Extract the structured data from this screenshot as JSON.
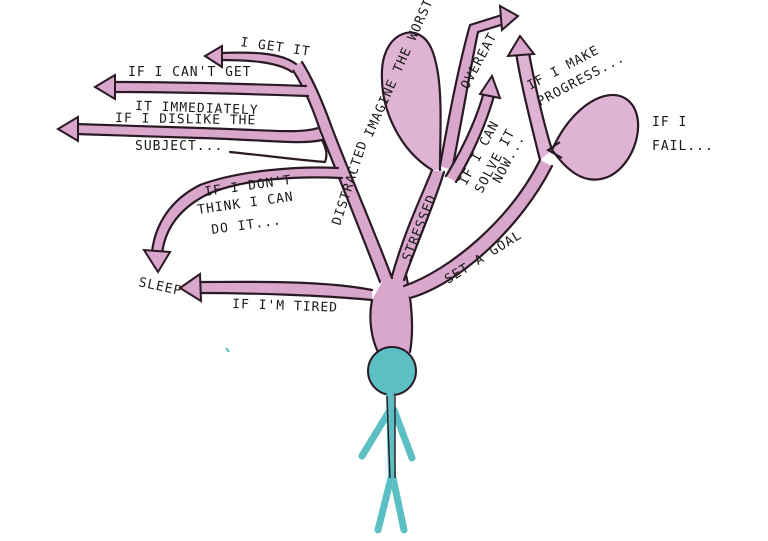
{
  "colors": {
    "branch_fill": "#d9a6cc",
    "outline": "#2a1a24",
    "person": "#5bbfc4",
    "text": "#1a1a1a"
  },
  "labels": {
    "i_get_it": "I GET IT",
    "if_cant_get_1": "IF I CAN'T GET",
    "if_cant_get_2": "IT IMMEDIATELY",
    "if_dislike_1": "IF I DISLIKE THE",
    "if_dislike_2": "SUBJECT...",
    "if_dont_1": "IF I DON'T",
    "if_dont_2": "THINK I CAN",
    "if_dont_3": "DO IT...",
    "sleep": "SLEEP",
    "if_tired": "IF I'M TIRED",
    "distracted": "DISTRACTED",
    "stressed": "STRESSED",
    "imagine_worst": "IMAGINE THE WORST",
    "overeat": "OVEREAT",
    "if_can_solve_1": "IF I CAN",
    "if_can_solve_2": "SOLVE IT",
    "if_can_solve_3": "NOW...",
    "set_goal": "SET A GOAL",
    "if_progress_1": "IF I MAKE",
    "if_progress_2": "PROGRESS...",
    "if_fail_1": "IF I",
    "if_fail_2": "FAIL..."
  }
}
